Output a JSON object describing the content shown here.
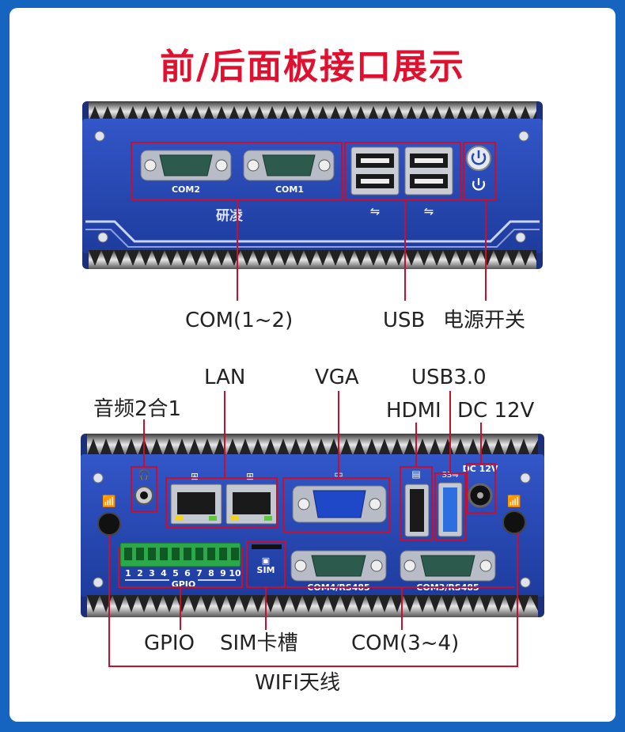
{
  "title": "前/后面板接口展示",
  "front_panel": {
    "brand": "研凌",
    "port_labels": {
      "com2": "COM2",
      "com1": "COM1"
    },
    "callouts": {
      "com": "COM(1~2)",
      "usb": "USB",
      "power": "电源开关"
    }
  },
  "rear_panel": {
    "port_labels": {
      "dc": "DC 12V",
      "sim": "SIM",
      "gpio": "GPIO",
      "gpio_pins": [
        "1",
        "2",
        "3",
        "4",
        "5",
        "6",
        "7",
        "8",
        "9",
        "10"
      ],
      "com4": "COM4/RS485",
      "com3": "COM3/RS485"
    },
    "callouts": {
      "audio": "音频2合1",
      "lan": "LAN",
      "vga": "VGA",
      "usb3": "USB3.0",
      "hdmi": "HDMI",
      "dc": "DC 12V",
      "gpio": "GPIO",
      "sim": "SIM卡槽",
      "com": "COM(3~4)",
      "wifi": "WIFI天线"
    }
  },
  "colors": {
    "background_border": "#1565c0",
    "title": "#e0102e",
    "panel_blue": "#2749b6",
    "annotation_red": "#c8102e",
    "gpio_green": "#2aa84a"
  }
}
